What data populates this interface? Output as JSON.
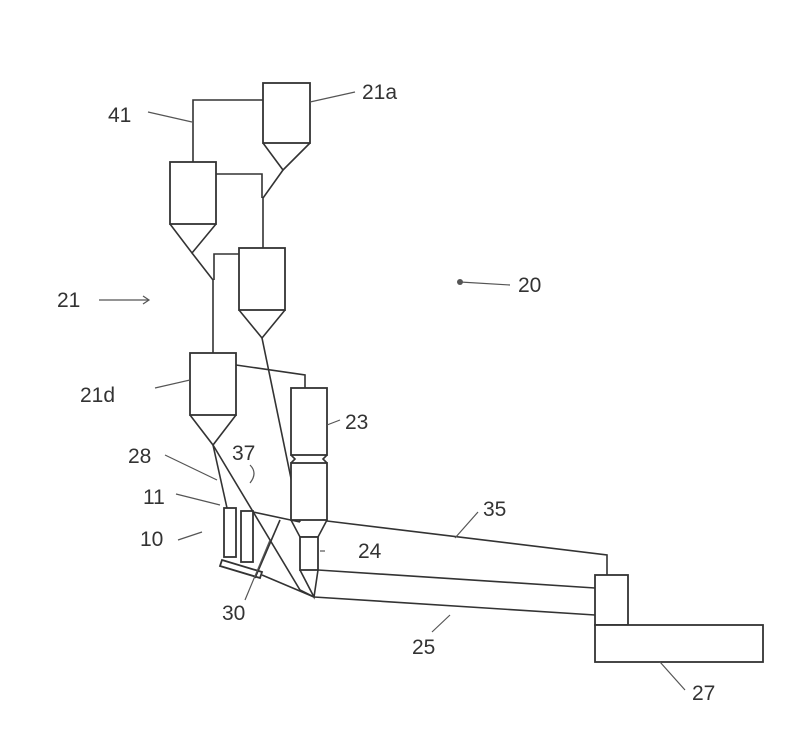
{
  "figure": {
    "labels": {
      "l20": "20",
      "l21": "21",
      "l21a": "21a",
      "l21d": "21d",
      "l41": "41",
      "l23": "23",
      "l24": "24",
      "l25": "25",
      "l27": "27",
      "l28": "28",
      "l30": "30",
      "l35": "35",
      "l37": "37",
      "l10": "10",
      "l11": "11"
    }
  }
}
